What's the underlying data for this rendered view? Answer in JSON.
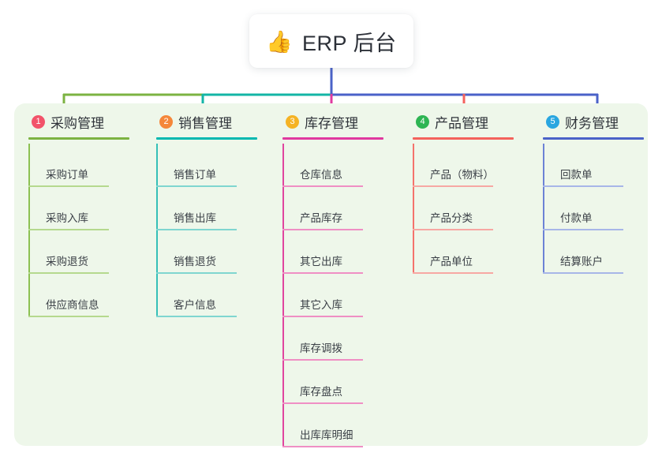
{
  "root": {
    "icon": "thumbs-up-icon",
    "emoji": "👍",
    "title": "ERP 后台"
  },
  "theme": {
    "page_background": "#ffffff",
    "panel_background": "#eef7ea",
    "root_card_background": "#ffffff",
    "title_text": "#2c3038",
    "leaf_text": "#3b4047"
  },
  "connectors": {
    "trunk_color": "#4a62c8",
    "bus_segments": [
      {
        "color": "#7cb342"
      },
      {
        "color": "#13b5a6"
      },
      {
        "color": "#4a62c8"
      }
    ],
    "drops": [
      "#7cb342",
      "#13b5a6",
      "#e0399f",
      "#f4625c",
      "#4a62c8"
    ]
  },
  "columns": [
    {
      "number": "1",
      "title": "采购管理",
      "badge_color": "#f2536a",
      "rule_color": "#7cb342",
      "spine_color": "#8cc152",
      "leaf_rule_color": "#b5d98e",
      "items": [
        {
          "label": "采购订单"
        },
        {
          "label": "采购入库"
        },
        {
          "label": "采购退货"
        },
        {
          "label": "供应商信息"
        }
      ]
    },
    {
      "number": "2",
      "title": "销售管理",
      "badge_color": "#f5873a",
      "rule_color": "#00b8b0",
      "spine_color": "#35c0b8",
      "leaf_rule_color": "#7fd6d0",
      "items": [
        {
          "label": "销售订单"
        },
        {
          "label": "销售出库"
        },
        {
          "label": "销售退货"
        },
        {
          "label": "客户信息"
        }
      ]
    },
    {
      "number": "3",
      "title": "库存管理",
      "badge_color": "#f5b324",
      "rule_color": "#e0399f",
      "spine_color": "#e0459f",
      "leaf_rule_color": "#ef8fc4",
      "items": [
        {
          "label": "仓库信息"
        },
        {
          "label": "产品库存"
        },
        {
          "label": "其它出库"
        },
        {
          "label": "其它入库"
        },
        {
          "label": "库存调拨"
        },
        {
          "label": "库存盘点"
        },
        {
          "label": "出库库明细"
        }
      ]
    },
    {
      "number": "4",
      "title": "产品管理",
      "badge_color": "#2eb553",
      "rule_color": "#f4625c",
      "spine_color": "#f4736c",
      "leaf_rule_color": "#f7a8a3",
      "items": [
        {
          "label": "产品（物料）"
        },
        {
          "label": "产品分类"
        },
        {
          "label": "产品单位"
        }
      ]
    },
    {
      "number": "5",
      "title": "财务管理",
      "badge_color": "#29a6e0",
      "rule_color": "#4a62c8",
      "spine_color": "#6c83d6",
      "leaf_rule_color": "#a7b6e8",
      "items": [
        {
          "label": "回款单"
        },
        {
          "label": "付款单"
        },
        {
          "label": "结算账户"
        }
      ]
    }
  ]
}
